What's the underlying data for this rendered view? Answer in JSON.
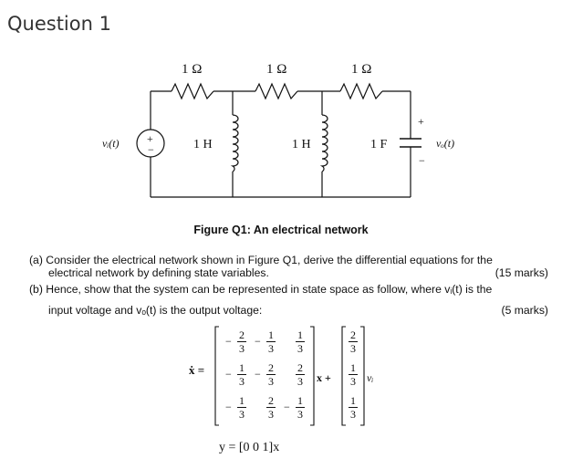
{
  "title": "Question 1",
  "circuit": {
    "r1": "1 Ω",
    "r2": "1 Ω",
    "r3": "1 Ω",
    "l1": "1 H",
    "l2": "1 H",
    "c1": "1 F",
    "vi": "vᵢ(t)",
    "vo": "vₒ(t)",
    "src_plus": "+",
    "src_minus": "−",
    "cap_plus": "+",
    "cap_minus": "−"
  },
  "caption": "Figure Q1: An electrical network",
  "part_a": {
    "line1": "(a) Consider the electrical network shown in Figure Q1, derive the differential equations for the",
    "line2": "electrical network by defining state variables.",
    "marks": "(15 marks)"
  },
  "part_b": {
    "line1": "(b) Hence, show that the system can be represented in state space as follow, where vᵢ(t) is the",
    "line2": "input voltage and vₒ(t) is the output voltage:",
    "marks": "(5 marks)"
  },
  "equation": {
    "xdot": "ẋ =",
    "x_plus": "x +",
    "vi": "vᵢ",
    "output": "y = [0  0  1]x",
    "A": [
      [
        {
          "s": "−",
          "n": "2",
          "d": "3"
        },
        {
          "s": "−",
          "n": "1",
          "d": "3"
        },
        {
          "s": "",
          "n": "1",
          "d": "3"
        }
      ],
      [
        {
          "s": "−",
          "n": "1",
          "d": "3"
        },
        {
          "s": "−",
          "n": "2",
          "d": "3"
        },
        {
          "s": "",
          "n": "2",
          "d": "3"
        }
      ],
      [
        {
          "s": "−",
          "n": "1",
          "d": "3"
        },
        {
          "s": "",
          "n": "2",
          "d": "3"
        },
        {
          "s": "−",
          "n": "1",
          "d": "3"
        }
      ]
    ],
    "B": [
      {
        "s": "",
        "n": "2",
        "d": "3"
      },
      {
        "s": "",
        "n": "1",
        "d": "3"
      },
      {
        "s": "",
        "n": "1",
        "d": "3"
      }
    ]
  }
}
